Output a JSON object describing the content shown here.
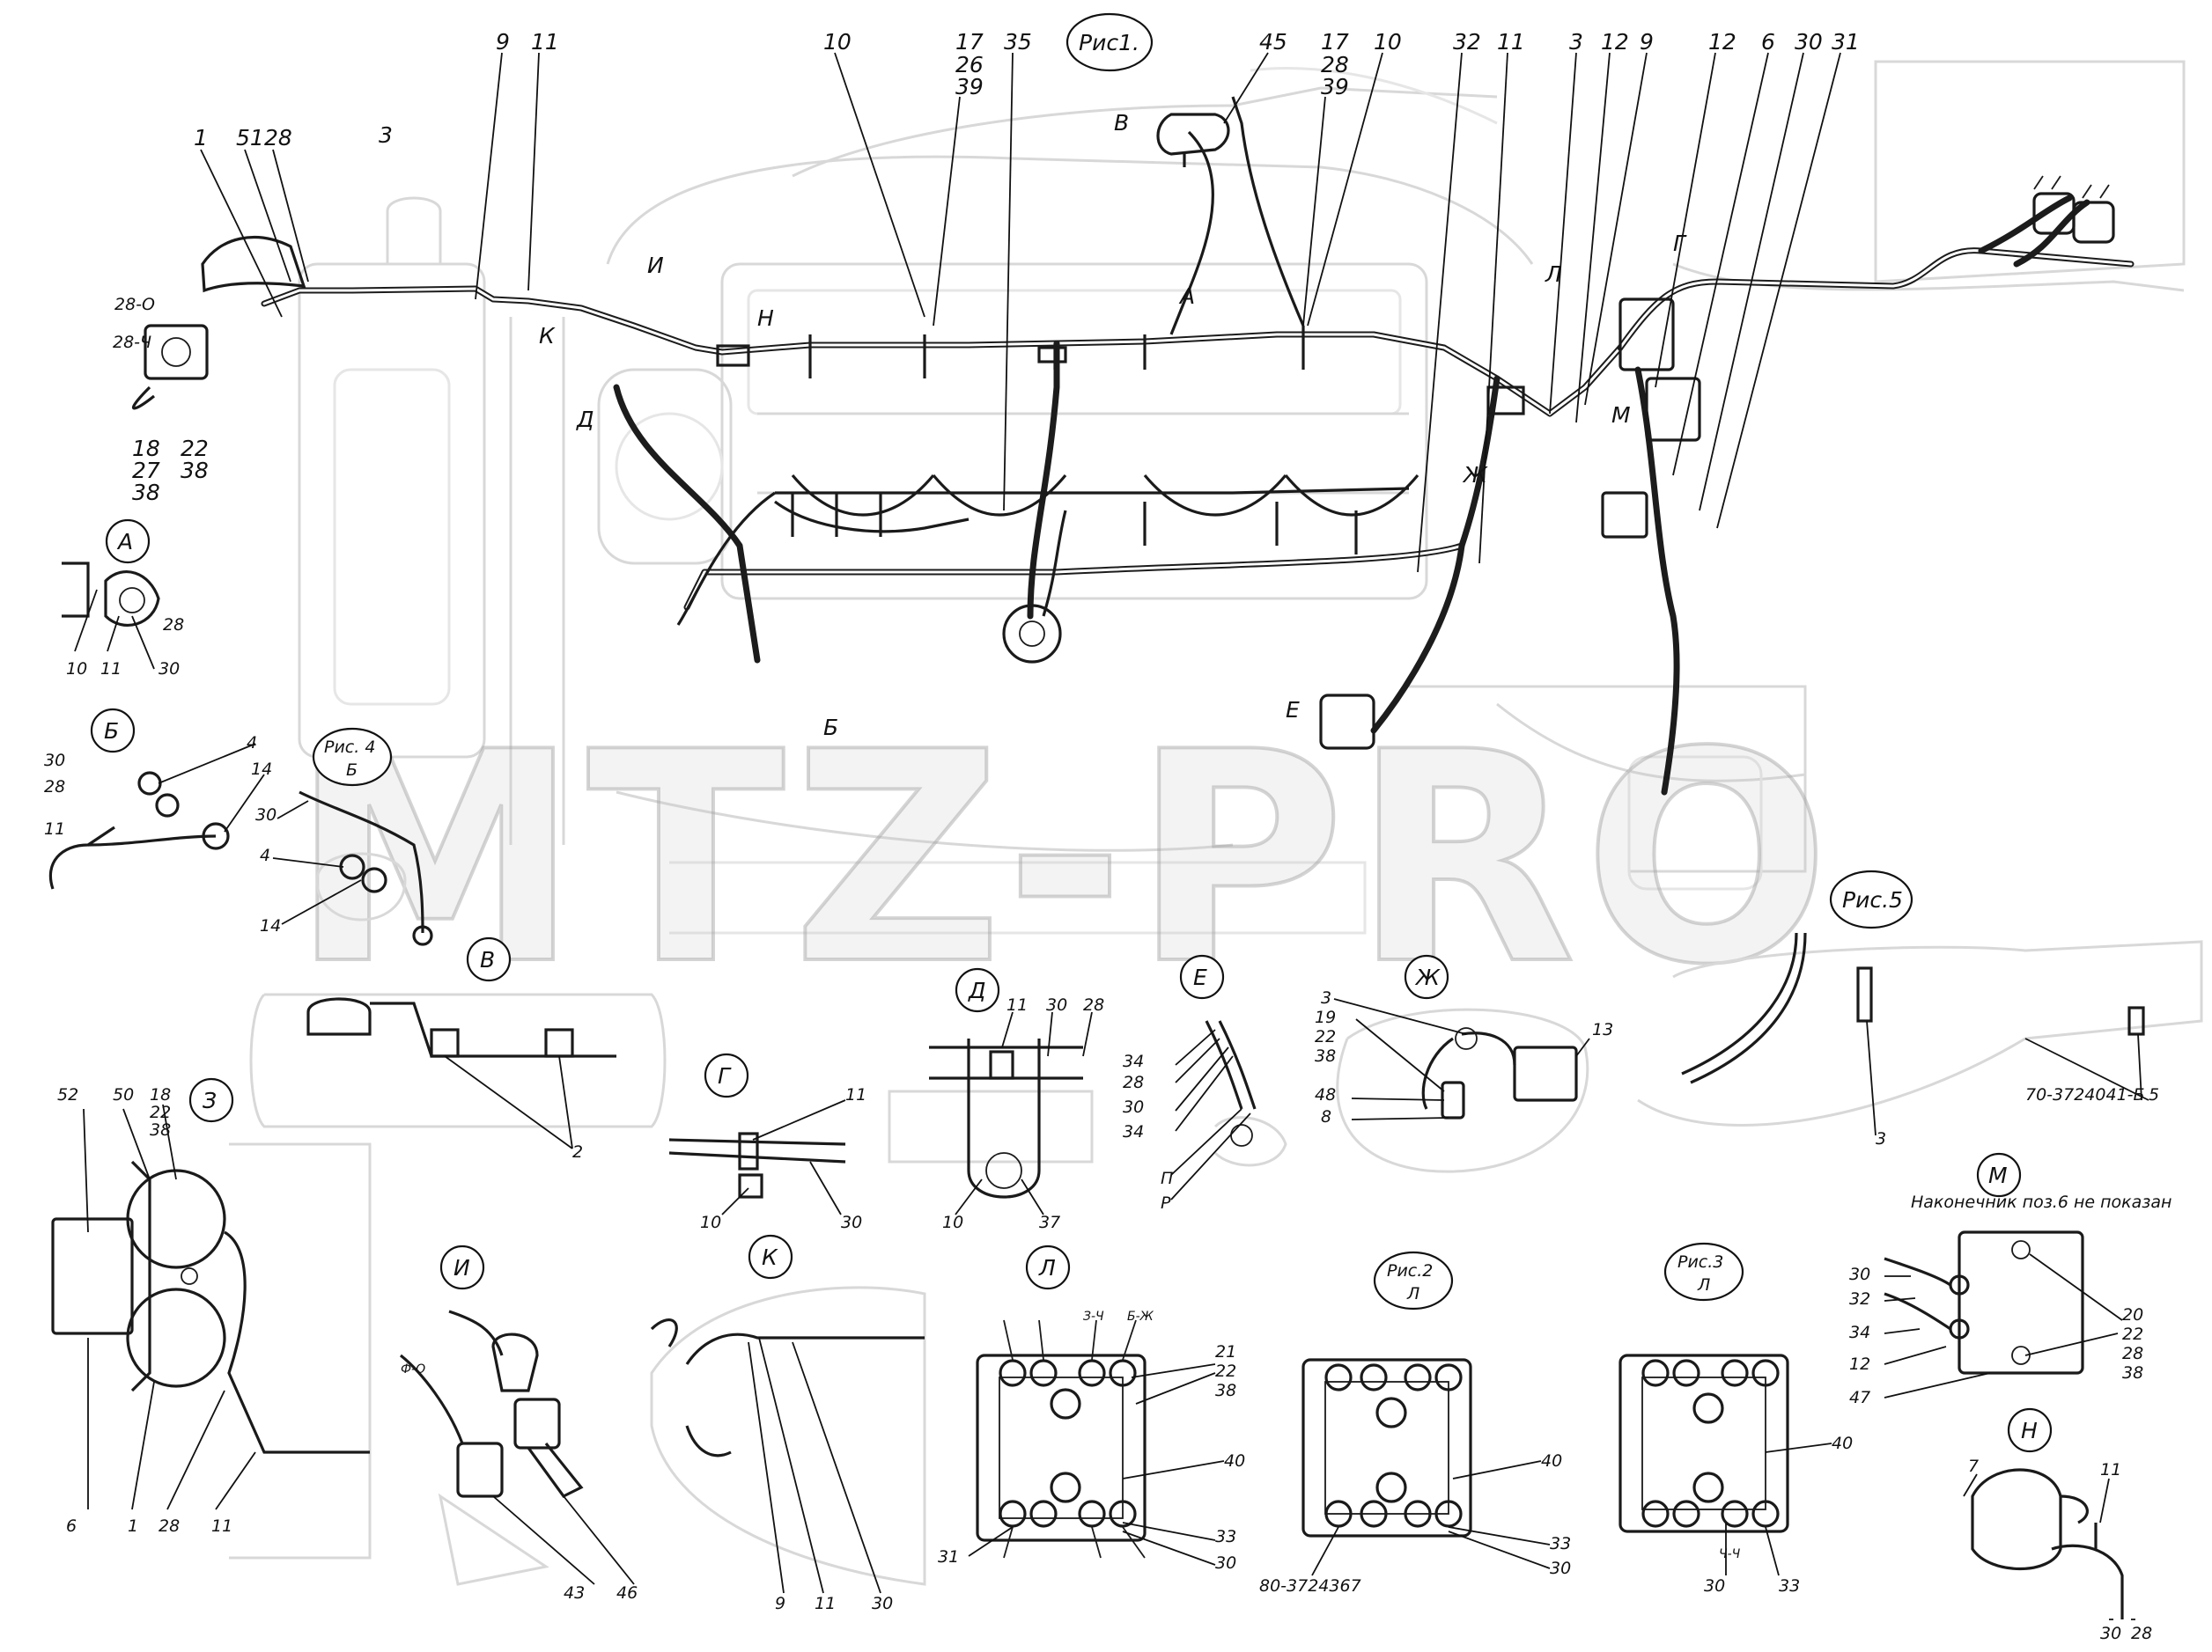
{
  "watermark": "MTZ-PRO",
  "figures": {
    "fig1": "Рис1.",
    "fig2": "Рис.2",
    "fig3": "Рис.3",
    "fig4": "Рис. 4",
    "fig5": "Рис.5"
  },
  "views": {
    "A": "А",
    "B": "Б",
    "V": "В",
    "G": "Г",
    "D": "Д",
    "E": "Е",
    "ZH": "Ж",
    "Z": "З",
    "I": "И",
    "K": "К",
    "L": "Л",
    "M": "М",
    "N": "Н"
  },
  "part_numbers": {
    "p1": "70-3724041-Б",
    "p2": "80-3724367"
  },
  "notes": {
    "m_note": "Наконечник поз.6 не показан"
  },
  "wire_marks": {
    "w1": "28-О",
    "w2": "28-Ч",
    "w3": "Ф-О",
    "w4": "Б-Ж",
    "w5": "З-Ч",
    "w6": "Ч-Ч"
  },
  "callouts": {
    "c1": "1",
    "c2": "2",
    "c3": "3",
    "c4": "4",
    "c5": "5",
    "c6": "6",
    "c7": "7",
    "c8": "8",
    "c9": "9",
    "c10": "10",
    "c11": "11",
    "c12": "12",
    "c13": "13",
    "c14": "14",
    "c17": "17",
    "c18": "18",
    "c19": "19",
    "c20": "20",
    "c21": "21",
    "c22": "22",
    "c26": "26",
    "c27": "27",
    "c28": "28",
    "c30": "30",
    "c31": "31",
    "c32": "32",
    "c33": "33",
    "c34": "34",
    "c35": "35",
    "c37": "37",
    "c38": "38",
    "c39": "39",
    "c40": "40",
    "c43": "43",
    "c45": "45",
    "c46": "46",
    "c47": "47",
    "c48": "48",
    "c50": "50",
    "c51": "51",
    "c52": "52",
    "cP": "П",
    "cR": "Р",
    "c3arrow": "З"
  }
}
